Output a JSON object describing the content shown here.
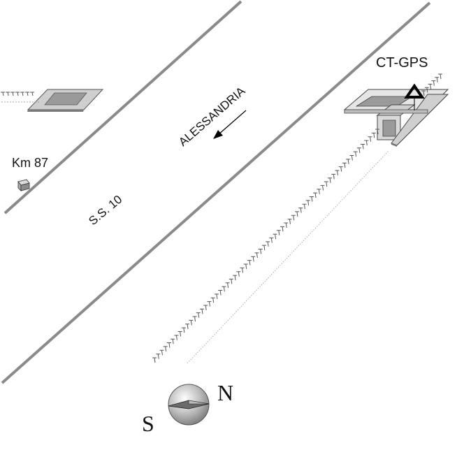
{
  "map": {
    "road_direction_label": "ALESSANDRIA",
    "road_name": "S.S. 10",
    "kilometer_marker": "Km 87",
    "station_label": "CT-GPS",
    "compass": {
      "north_label": "N",
      "south_label": "S"
    }
  },
  "colors": {
    "road_line": "#8a8a8a",
    "structure_fill": "#cfcfcf",
    "structure_shadow": "#9a9a9a",
    "embankment_ticks": "#555555",
    "station_marker": "#000000"
  },
  "icons": [
    "gps-station-triangle-icon",
    "km-marker-box-icon",
    "direction-arrow-icon",
    "compass-icon"
  ]
}
